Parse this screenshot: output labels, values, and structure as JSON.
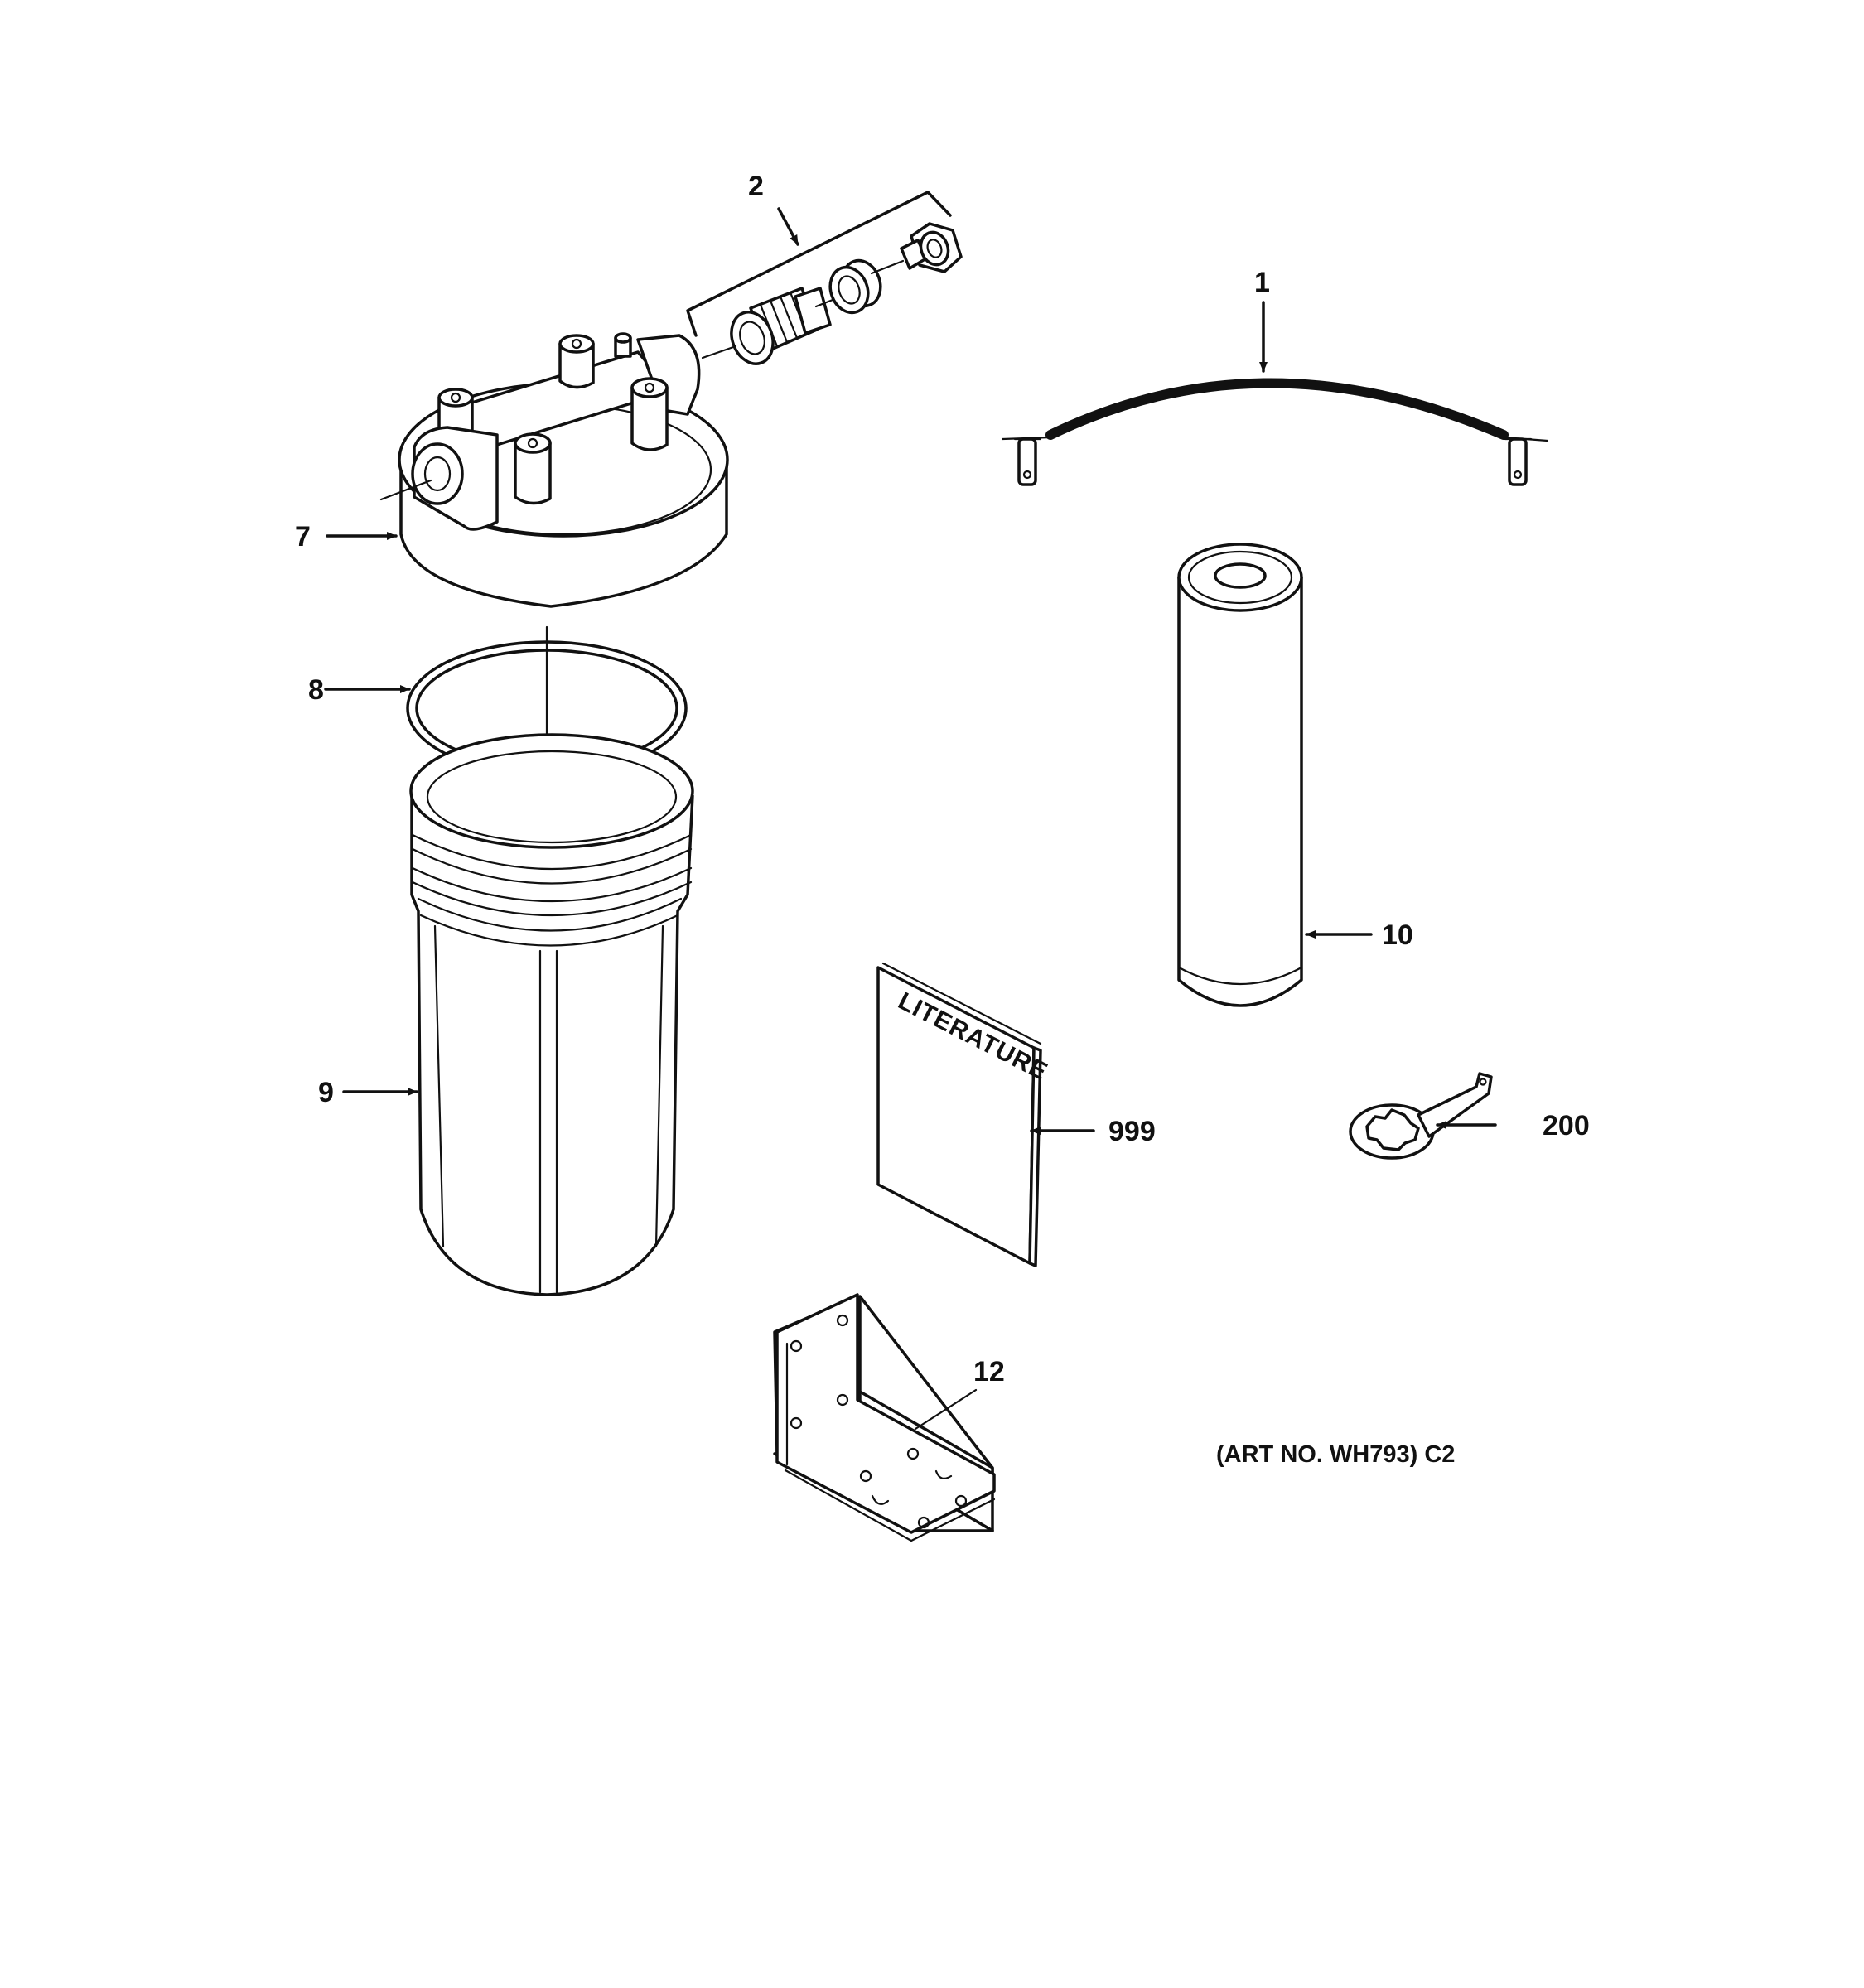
{
  "callouts": {
    "p1": "1",
    "p2": "2",
    "p7": "7",
    "p8": "8",
    "p9": "9",
    "p10": "10",
    "p12": "12",
    "p200": "200",
    "p999": "999"
  },
  "literature_text": "LITERATURE",
  "art_number": "(ART NO. WH793) C2"
}
